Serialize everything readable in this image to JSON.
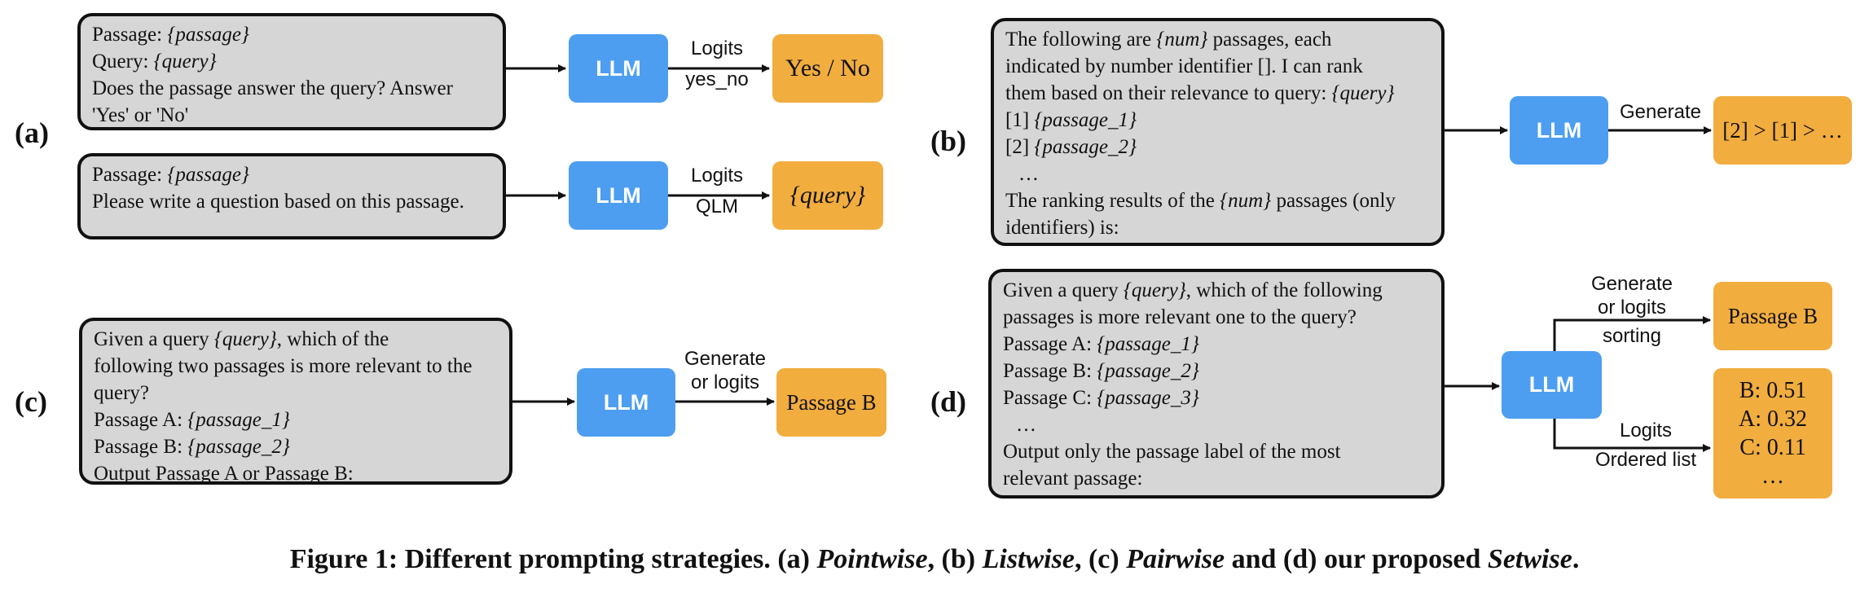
{
  "panels": {
    "a": {
      "label": "(a)",
      "prompt1": {
        "lines": [
          "Passage: {passage}",
          "Query: {query}",
          "Does the passage answer the query? Answer",
          "'Yes' or 'No'"
        ]
      },
      "llm1": "LLM",
      "edge1_top": "Logits",
      "edge1_bottom": "yes_no",
      "output1": "Yes / No",
      "prompt2": {
        "lines": [
          "Passage: {passage}",
          "Please write a question based on this passage."
        ]
      },
      "llm2": "LLM",
      "edge2_top": "Logits",
      "edge2_bottom": "QLM",
      "output2": "{query}"
    },
    "b": {
      "label": "(b)",
      "prompt": {
        "lines": [
          "The following are {num} passages, each",
          "indicated by number identifier []. I can rank",
          "them based on their relevance to query: {query}",
          "[1] {passage_1}",
          "[2] {passage_2}",
          "…",
          "The ranking results of the {num} passages (only",
          "identifiers) is:"
        ]
      },
      "llm": "LLM",
      "edge_top": "Generate",
      "output": "[2] > [1] > …"
    },
    "c": {
      "label": "(c)",
      "prompt": {
        "lines": [
          "Given a query {query}, which of the",
          "following two passages is more relevant to the",
          "query?",
          "Passage A: {passage_1}",
          "Passage B: {passage_2}",
          "Output Passage A or Passage B:"
        ]
      },
      "llm": "LLM",
      "edge_top1": "Generate",
      "edge_top2": "or logits",
      "output": "Passage B"
    },
    "d": {
      "label": "(d)",
      "prompt": {
        "lines": [
          "Given a query {query}, which of the following",
          "passages is more relevant one to the query?",
          "Passage A: {passage_1}",
          "Passage B: {passage_2}",
          "Passage C: {passage_3}",
          "…",
          "Output only the passage label of the most",
          "relevant passage:"
        ]
      },
      "llm": "LLM",
      "upper_edge_top1": "Generate",
      "upper_edge_top2": "or logits",
      "upper_edge_bottom": "sorting",
      "upper_output": "Passage B",
      "lower_edge_top": "Logits",
      "lower_edge_bottom": "Ordered list",
      "lower_output": [
        "B: 0.51",
        "A: 0.32",
        "C: 0.11",
        "…"
      ]
    }
  },
  "caption": {
    "prefix": "Figure 1: Different prompting strategies. (a) ",
    "pointwise": "Pointwise",
    "sep1": ", (b) ",
    "listwise": "Listwise",
    "sep2": ", (c) ",
    "pairwise": "Pairwise",
    "sep3": " and (d) our proposed ",
    "setwise": "Setwise",
    "suffix": "."
  },
  "colors": {
    "prompt_fill": "#d6d6d6",
    "llm_fill": "#4d9ef0",
    "output_fill": "#f2ad3f",
    "border": "#111111"
  }
}
